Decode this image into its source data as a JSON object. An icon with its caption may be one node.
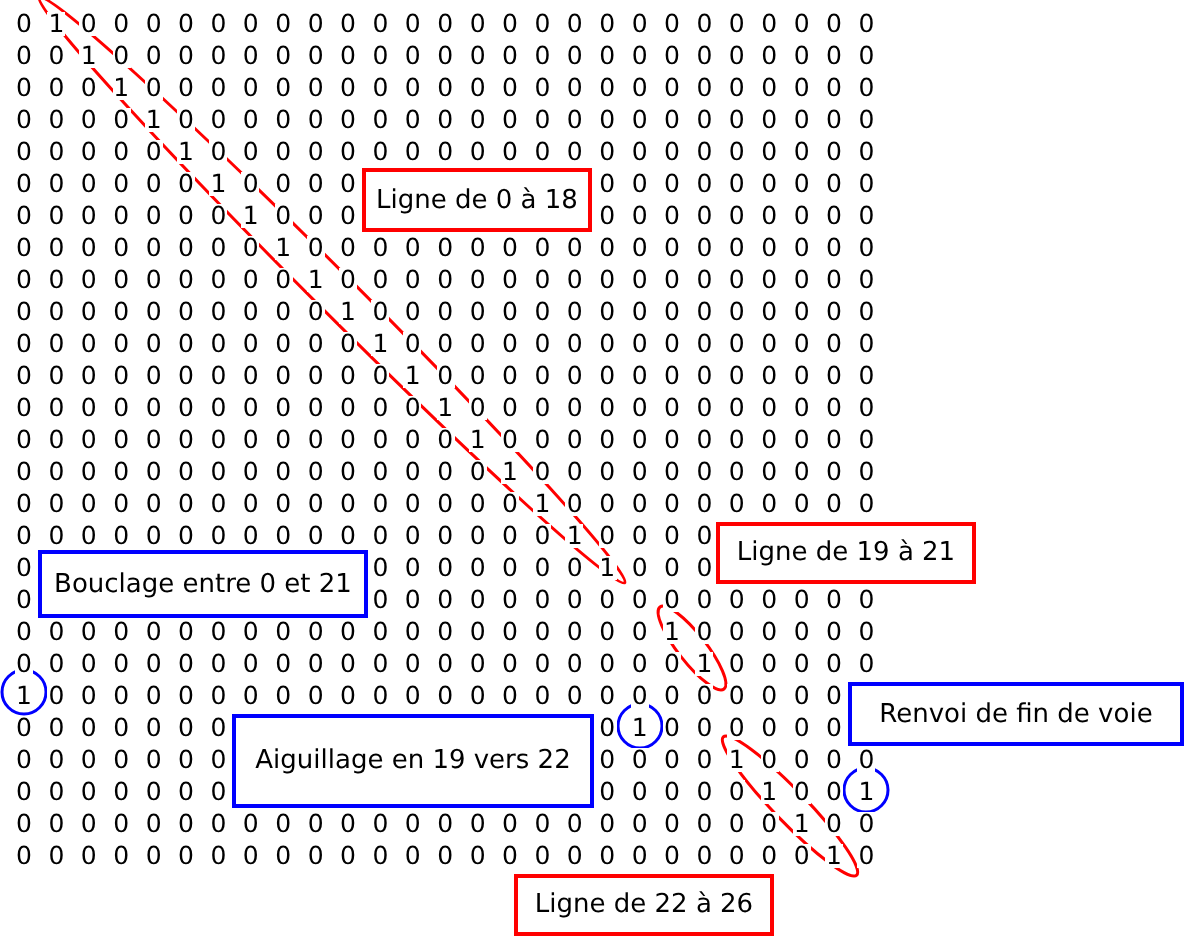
{
  "diagram": {
    "nodes": [
      {
        "text": [
          "Ligne de 0 à 18"
        ]
      },
      {
        "text": [
          "Ligne de 19 à 21"
        ]
      },
      {
        "text": [
          "Bouclage entre 0 et 21"
        ]
      },
      {
        "text": [
          "Renvoi de fin de voie"
        ]
      },
      {
        "text": [
          "Aiguillage en 19 vers 22"
        ]
      },
      {
        "text": [
          "Ligne de 22 à 26"
        ]
      }
    ],
    "labels": [
      "0",
      "1",
      "0",
      "0",
      "0",
      "0",
      "0",
      "0",
      "0",
      "0",
      "0",
      "0",
      "0",
      "0",
      "0",
      "0",
      "0",
      "0",
      "0",
      "0",
      "0",
      "0",
      "0",
      "0",
      "0",
      "0",
      "0",
      "0",
      "0",
      "1",
      "0",
      "0",
      "0",
      "0",
      "0",
      "0",
      "0",
      "0",
      "0",
      "0",
      "0",
      "0",
      "0",
      "0",
      "0",
      "0",
      "0",
      "0",
      "0",
      "0",
      "0",
      "0",
      "0",
      "0",
      "0",
      "0",
      "0",
      "1",
      "0",
      "0",
      "0",
      "0",
      "0",
      "0",
      "0",
      "0",
      "0",
      "0",
      "0",
      "0",
      "0",
      "0",
      "0",
      "0",
      "0",
      "0",
      "0",
      "0",
      "0",
      "0",
      "0",
      "0",
      "0",
      "0",
      "0",
      "1",
      "0",
      "0",
      "0",
      "0",
      "0",
      "0",
      "0",
      "0",
      "0",
      "0",
      "0",
      "0",
      "0",
      "0",
      "0",
      "0",
      "0",
      "0",
      "0",
      "0",
      "0",
      "0",
      "0",
      "0",
      "0",
      "0",
      "0",
      "1",
      "0",
      "0",
      "0",
      "0",
      "0",
      "0",
      "0",
      "0",
      "0",
      "0",
      "0",
      "0",
      "0",
      "0",
      "0",
      "0",
      "0",
      "0",
      "0",
      "0",
      "0",
      "0",
      "0",
      "0",
      "0",
      "0",
      "0",
      "1",
      "0",
      "0",
      "0",
      "0",
      "0",
      "0",
      "0",
      "0",
      "0",
      "0",
      "0",
      "0",
      "0",
      "0",
      "0",
      "0",
      "0",
      "0",
      "0",
      "0",
      "1",
      "0",
      "0",
      "0",
      "0",
      "0",
      "0",
      "0",
      "0",
      "0",
      "0",
      "0",
      "0",
      "0",
      "0",
      "0",
      "0",
      "0",
      "0",
      "0",
      "0",
      "1",
      "0",
      "0",
      "0",
      "0",
      "0",
      "0",
      "0",
      "0",
      "0",
      "0",
      "0",
      "0",
      "0",
      "0",
      "0",
      "0",
      "0",
      "0",
      "0",
      "0",
      "0",
      "0",
      "0",
      "0",
      "0",
      "0",
      "0",
      "1",
      "0",
      "0",
      "0",
      "0",
      "0",
      "0",
      "0",
      "0",
      "0",
      "0",
      "0",
      "0",
      "0",
      "0",
      "0",
      "0",
      "0",
      "0",
      "0",
      "0",
      "0",
      "0",
      "0",
      "0",
      "0",
      "0",
      "0",
      "1",
      "0",
      "0",
      "0",
      "0",
      "0",
      "0",
      "0",
      "0",
      "0",
      "0",
      "0",
      "0",
      "0",
      "0",
      "0",
      "0",
      "0",
      "0",
      "0",
      "0",
      "0",
      "0",
      "0",
      "0",
      "0",
      "0",
      "0",
      "1",
      "0",
      "0",
      "0",
      "0",
      "0",
      "0",
      "0",
      "0",
      "0",
      "0",
      "0",
      "0",
      "0",
      "0",
      "0",
      "0",
      "0",
      "0",
      "0",
      "0",
      "0",
      "0",
      "0",
      "0",
      "0",
      "0",
      "0",
      "1",
      "0",
      "0",
      "0",
      "0",
      "0",
      "0",
      "0",
      "0",
      "0",
      "0",
      "0",
      "0",
      "0",
      "0",
      "0",
      "0",
      "0",
      "0",
      "0",
      "0",
      "0",
      "0",
      "0",
      "0",
      "0",
      "0",
      "0",
      "1",
      "0",
      "0",
      "0",
      "0",
      "0",
      "0",
      "0",
      "0",
      "0",
      "0",
      "0",
      "0",
      "0",
      "0",
      "0",
      "0",
      "0",
      "0",
      "0",
      "0",
      "0",
      "0",
      "0",
      "0",
      "0",
      "0",
      "0",
      "1",
      "0",
      "0",
      "0",
      "0",
      "0",
      "0",
      "0",
      "0",
      "0",
      "0",
      "0",
      "0",
      "0",
      "0",
      "0",
      "0",
      "0",
      "0",
      "0",
      "0",
      "0",
      "0",
      "0",
      "0",
      "0",
      "0",
      "0",
      "1",
      "0",
      "0",
      "0",
      "0",
      "0",
      "0",
      "0",
      "0",
      "0",
      "0",
      "0",
      "0",
      "0",
      "0",
      "0",
      "0",
      "0",
      "0",
      "0",
      "0",
      "0",
      "0",
      "0",
      "0",
      "0",
      "0",
      "0",
      "1",
      "0",
      "0",
      "0",
      "0",
      "0",
      "0",
      "0",
      "0",
      "0",
      "0",
      "0",
      "0",
      "0",
      "0",
      "0",
      "0",
      "0",
      "0",
      "0",
      "0",
      "0",
      "0",
      "0",
      "0",
      "0",
      "0",
      "0",
      "1",
      "0",
      "0",
      "0",
      "0",
      "0",
      "0",
      "0",
      "0",
      "0",
      "0",
      "0",
      "0",
      "1",
      "0",
      "0",
      "0",
      "0",
      "0",
      "0",
      "0",
      "0",
      "0",
      "0",
      "0",
      "0",
      "0",
      "0",
      "0",
      "0",
      "0",
      "0",
      "0",
      "0",
      "0",
      "0",
      "0",
      "0",
      "0",
      "0",
      "0",
      "0",
      "0",
      "0",
      "0",
      "0",
      "0",
      "0",
      "0",
      "0",
      "0",
      "0",
      "0",
      "0",
      "1",
      "0",
      "0",
      "0",
      "0",
      "0",
      "0",
      "0",
      "0",
      "0",
      "0",
      "0",
      "0",
      "0",
      "0",
      "0",
      "0",
      "0",
      "0",
      "0",
      "0",
      "0",
      "0",
      "0",
      "0",
      "0",
      "0",
      "0",
      "1",
      "0",
      "0",
      "0",
      "0",
      "0",
      "1",
      "0",
      "0",
      "0",
      "0",
      "0",
      "0",
      "0",
      "0",
      "0",
      "0",
      "0",
      "0",
      "0",
      "0",
      "0",
      "0",
      "0",
      "0",
      "0",
      "0",
      "0",
      "0",
      "0",
      "0",
      "0",
      "0",
      "0",
      "0",
      "0",
      "0",
      "0",
      "0",
      "0",
      "1",
      "0",
      "0",
      "0",
      "0",
      "0",
      "0",
      "0",
      "0",
      "0",
      "0",
      "0",
      "0",
      "0",
      "0",
      "0",
      "0",
      "0",
      "1",
      "0",
      "0",
      "0",
      "0",
      "0",
      "0",
      "0",
      "0",
      "0",
      "0",
      "0",
      "0",
      "0",
      "0",
      "0",
      "0",
      "1",
      "0",
      "0",
      "1",
      "0",
      "0",
      "0",
      "0",
      "0",
      "0",
      "0",
      "0",
      "0",
      "0",
      "0",
      "0",
      "0",
      "0",
      "0",
      "0",
      "0",
      "0",
      "0",
      "0",
      "0",
      "0",
      "0",
      "0",
      "1",
      "0",
      "0",
      "0",
      "0",
      "0",
      "0",
      "0",
      "0",
      "0",
      "0",
      "0",
      "0",
      "0",
      "0",
      "0",
      "0",
      "0",
      "0",
      "0",
      "0",
      "0",
      "0",
      "0",
      "0",
      "0",
      "0",
      "0",
      "1",
      "0"
    ]
  }
}
